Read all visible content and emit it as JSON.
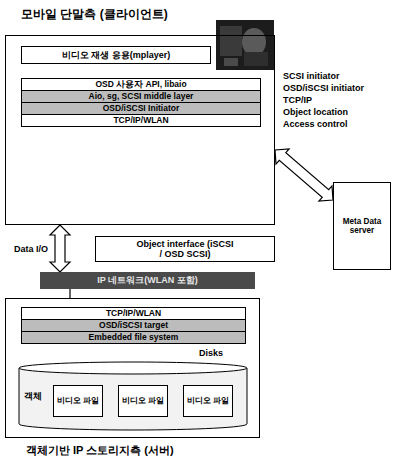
{
  "diagram": {
    "nodes": [
      {
        "text": [
          "모바일 단말측 (클라이언트)"
        ]
      },
      {
        "text": [
          "비디오 재생 응용(mplayer)"
        ],
        "in": 0
      },
      {
        "text": [
          "OSD 사용자 API, libaio"
        ],
        "in": 0
      },
      {
        "text": [
          "Aio, sg, SCSI middle layer"
        ],
        "in": 0
      },
      {
        "text": [
          "OSD/iSCSI Initiator"
        ],
        "in": 0
      },
      {
        "text": [
          "TCP/IP/WLAN"
        ],
        "in": 0
      },
      {
        "text": [
          "Meta Data server"
        ]
      },
      {
        "text": [
          "Object interface (iSCSI / OSD SCSI)"
        ]
      },
      {
        "text": [
          "IP 네트워크(WLAN 포함)"
        ]
      },
      {
        "text": [
          "객체기반 IP 스토리지측 (서버)"
        ]
      },
      {
        "text": [
          "TCP/IP/WLAN"
        ],
        "in": 9
      },
      {
        "text": [
          "OSD/iSCSI target"
        ],
        "in": 9
      },
      {
        "text": [
          "Embedded file system"
        ],
        "in": 9
      },
      {
        "text": [
          "Disks",
          "객체"
        ],
        "in": 9
      },
      {
        "text": [
          "비디오 파일"
        ],
        "in": 13
      },
      {
        "text": [
          "비디오 파일"
        ],
        "in": 13
      },
      {
        "text": [
          "비디오 파일"
        ],
        "in": 13
      }
    ],
    "edges": [
      {
        "from": 0,
        "to": 8,
        "arrow": "both",
        "label": "Data I/O"
      },
      {
        "from": 0,
        "to": 6,
        "arrow": "both"
      },
      {
        "from": 8,
        "to": 9,
        "arrow": "none"
      }
    ],
    "labels": [
      "SCSI initiator",
      "OSD/iSCSI initiator",
      "TCP/IP",
      "Object location",
      "Access control"
    ]
  }
}
